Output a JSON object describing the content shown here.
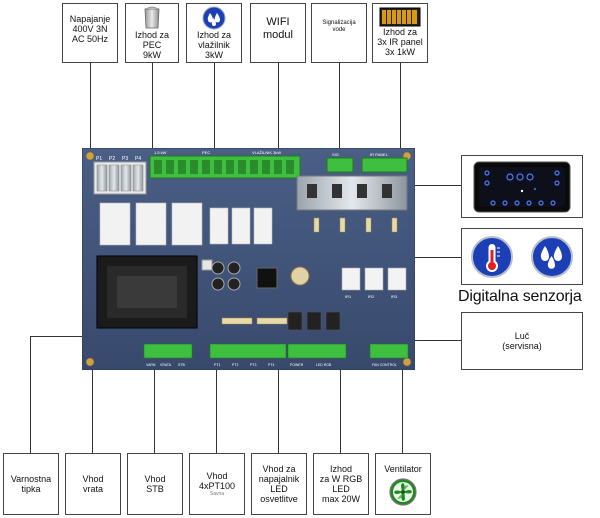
{
  "top_boxes": [
    {
      "lines": [
        "Napajanje",
        "400V 3N",
        "AC 50Hz"
      ]
    },
    {
      "lines": [
        "Izhod za",
        "PEC",
        "9kW"
      ]
    },
    {
      "lines": [
        "Izhod za",
        "vlažilnik",
        "3kW"
      ]
    },
    {
      "lines": [
        "WIFI",
        "modul"
      ]
    },
    {
      "lines": [
        "Signalizacija",
        "vode"
      ]
    },
    {
      "lines": [
        "Izhod za",
        "3x IR panel",
        "3x 1kW"
      ]
    }
  ],
  "bottom_boxes": [
    {
      "lines": [
        "Varnostna",
        "tipka"
      ]
    },
    {
      "lines": [
        "Vhod",
        "vrata"
      ]
    },
    {
      "lines": [
        "Vhod",
        "STB"
      ]
    },
    {
      "lines": [
        "Vhod",
        "4xPT100"
      ],
      "small": "Savna"
    },
    {
      "lines": [
        "Vhod za",
        "napajalnik",
        "LED",
        "osvetlitve"
      ]
    },
    {
      "lines": [
        "Izhod",
        "za W RGB",
        "LED",
        "max 20W"
      ]
    },
    {
      "lines": [
        "Ventilator"
      ]
    }
  ],
  "right_boxes": {
    "luc": [
      "Luč",
      "(servisna)"
    ]
  },
  "heading": "Digitalna senzorja",
  "board_labels": {
    "fuses": [
      "P1",
      "P2",
      "P3",
      "P4"
    ],
    "outputs_top": [
      "1.5 kW",
      "PEC",
      "VLAŽILNIK 3kW"
    ],
    "sig": "SIG",
    "ir": "IR PANEL",
    "relays": [
      "IR1",
      "IR2",
      "IR3"
    ],
    "bottom_left": [
      "VARN",
      "VRATA",
      "STB"
    ],
    "bottom_mid": [
      "PT1",
      "PT2",
      "PT3",
      "PT4"
    ],
    "bottom_right": [
      "POWER",
      "LED RGB"
    ],
    "fan": "FAN CONTROL"
  }
}
